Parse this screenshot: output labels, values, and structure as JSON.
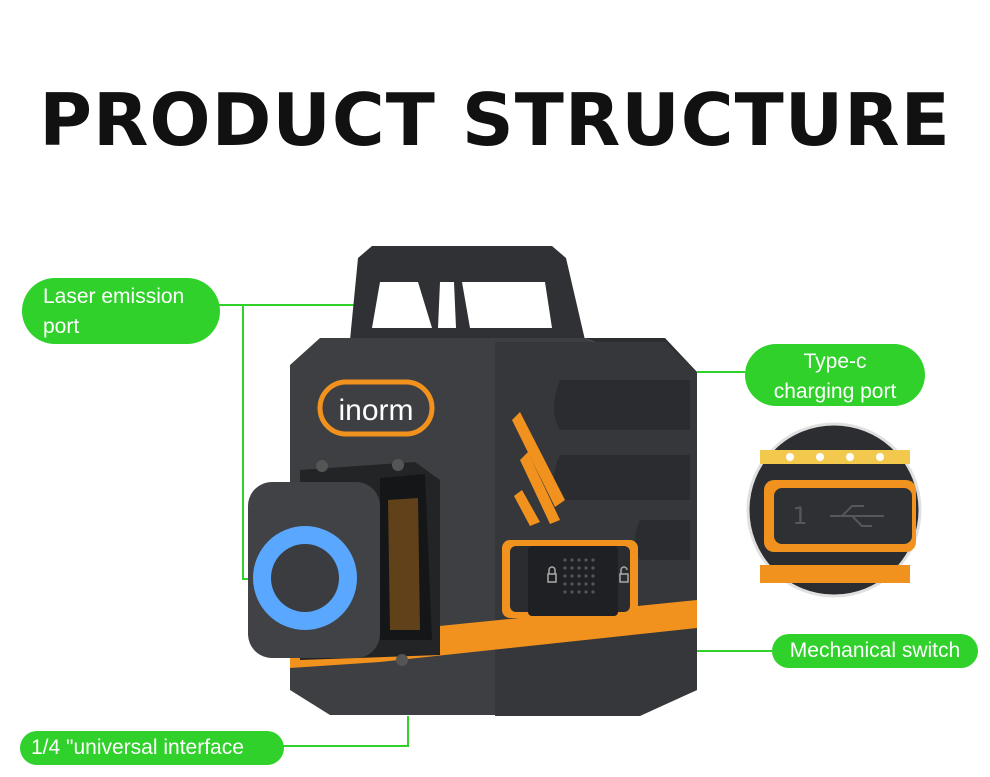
{
  "title": "PRODUCT STRUCTURE",
  "brand_logo_text": "inorm",
  "callouts": {
    "laser_emission_port": "Laser emission port",
    "type_c_charging_port": "Type-c charging port",
    "mechanical_switch": "Mechanical switch",
    "universal_interface": "1/4 \"universal interface"
  },
  "colors": {
    "callout_green": "#2fd12a",
    "body_dark": "#3b3d40",
    "accent_orange": "#f2921e",
    "lens_blue": "#5aa7ff"
  }
}
